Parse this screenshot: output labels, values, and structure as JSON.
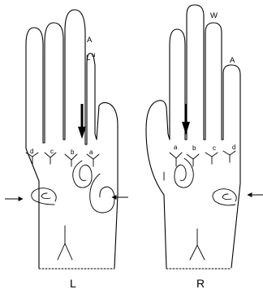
{
  "hands": {
    "left": {
      "caption": "L",
      "pattern_marks": [
        "A",
        "L",
        "u"
      ],
      "triradii": [
        "d",
        "c",
        "b",
        "a"
      ]
    },
    "right": {
      "caption": "R",
      "pattern_marks": [
        "W",
        "A"
      ],
      "triradii": [
        "a",
        "b",
        "c",
        "d"
      ]
    }
  }
}
